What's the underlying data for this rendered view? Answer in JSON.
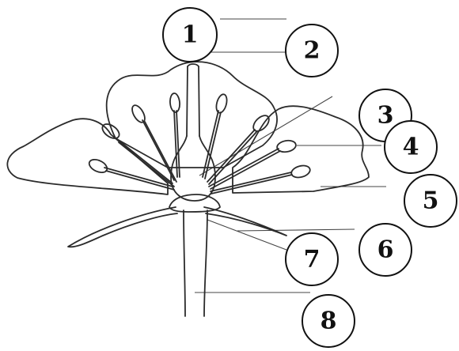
{
  "labels": {
    "l1": "1",
    "l2": "2",
    "l3": "3",
    "l4": "4",
    "l5": "5",
    "l6": "6",
    "l7": "7",
    "l8": "8"
  },
  "colors": {
    "ink": "#2b2b2b",
    "callout_border": "#111111",
    "background": "#ffffff"
  }
}
